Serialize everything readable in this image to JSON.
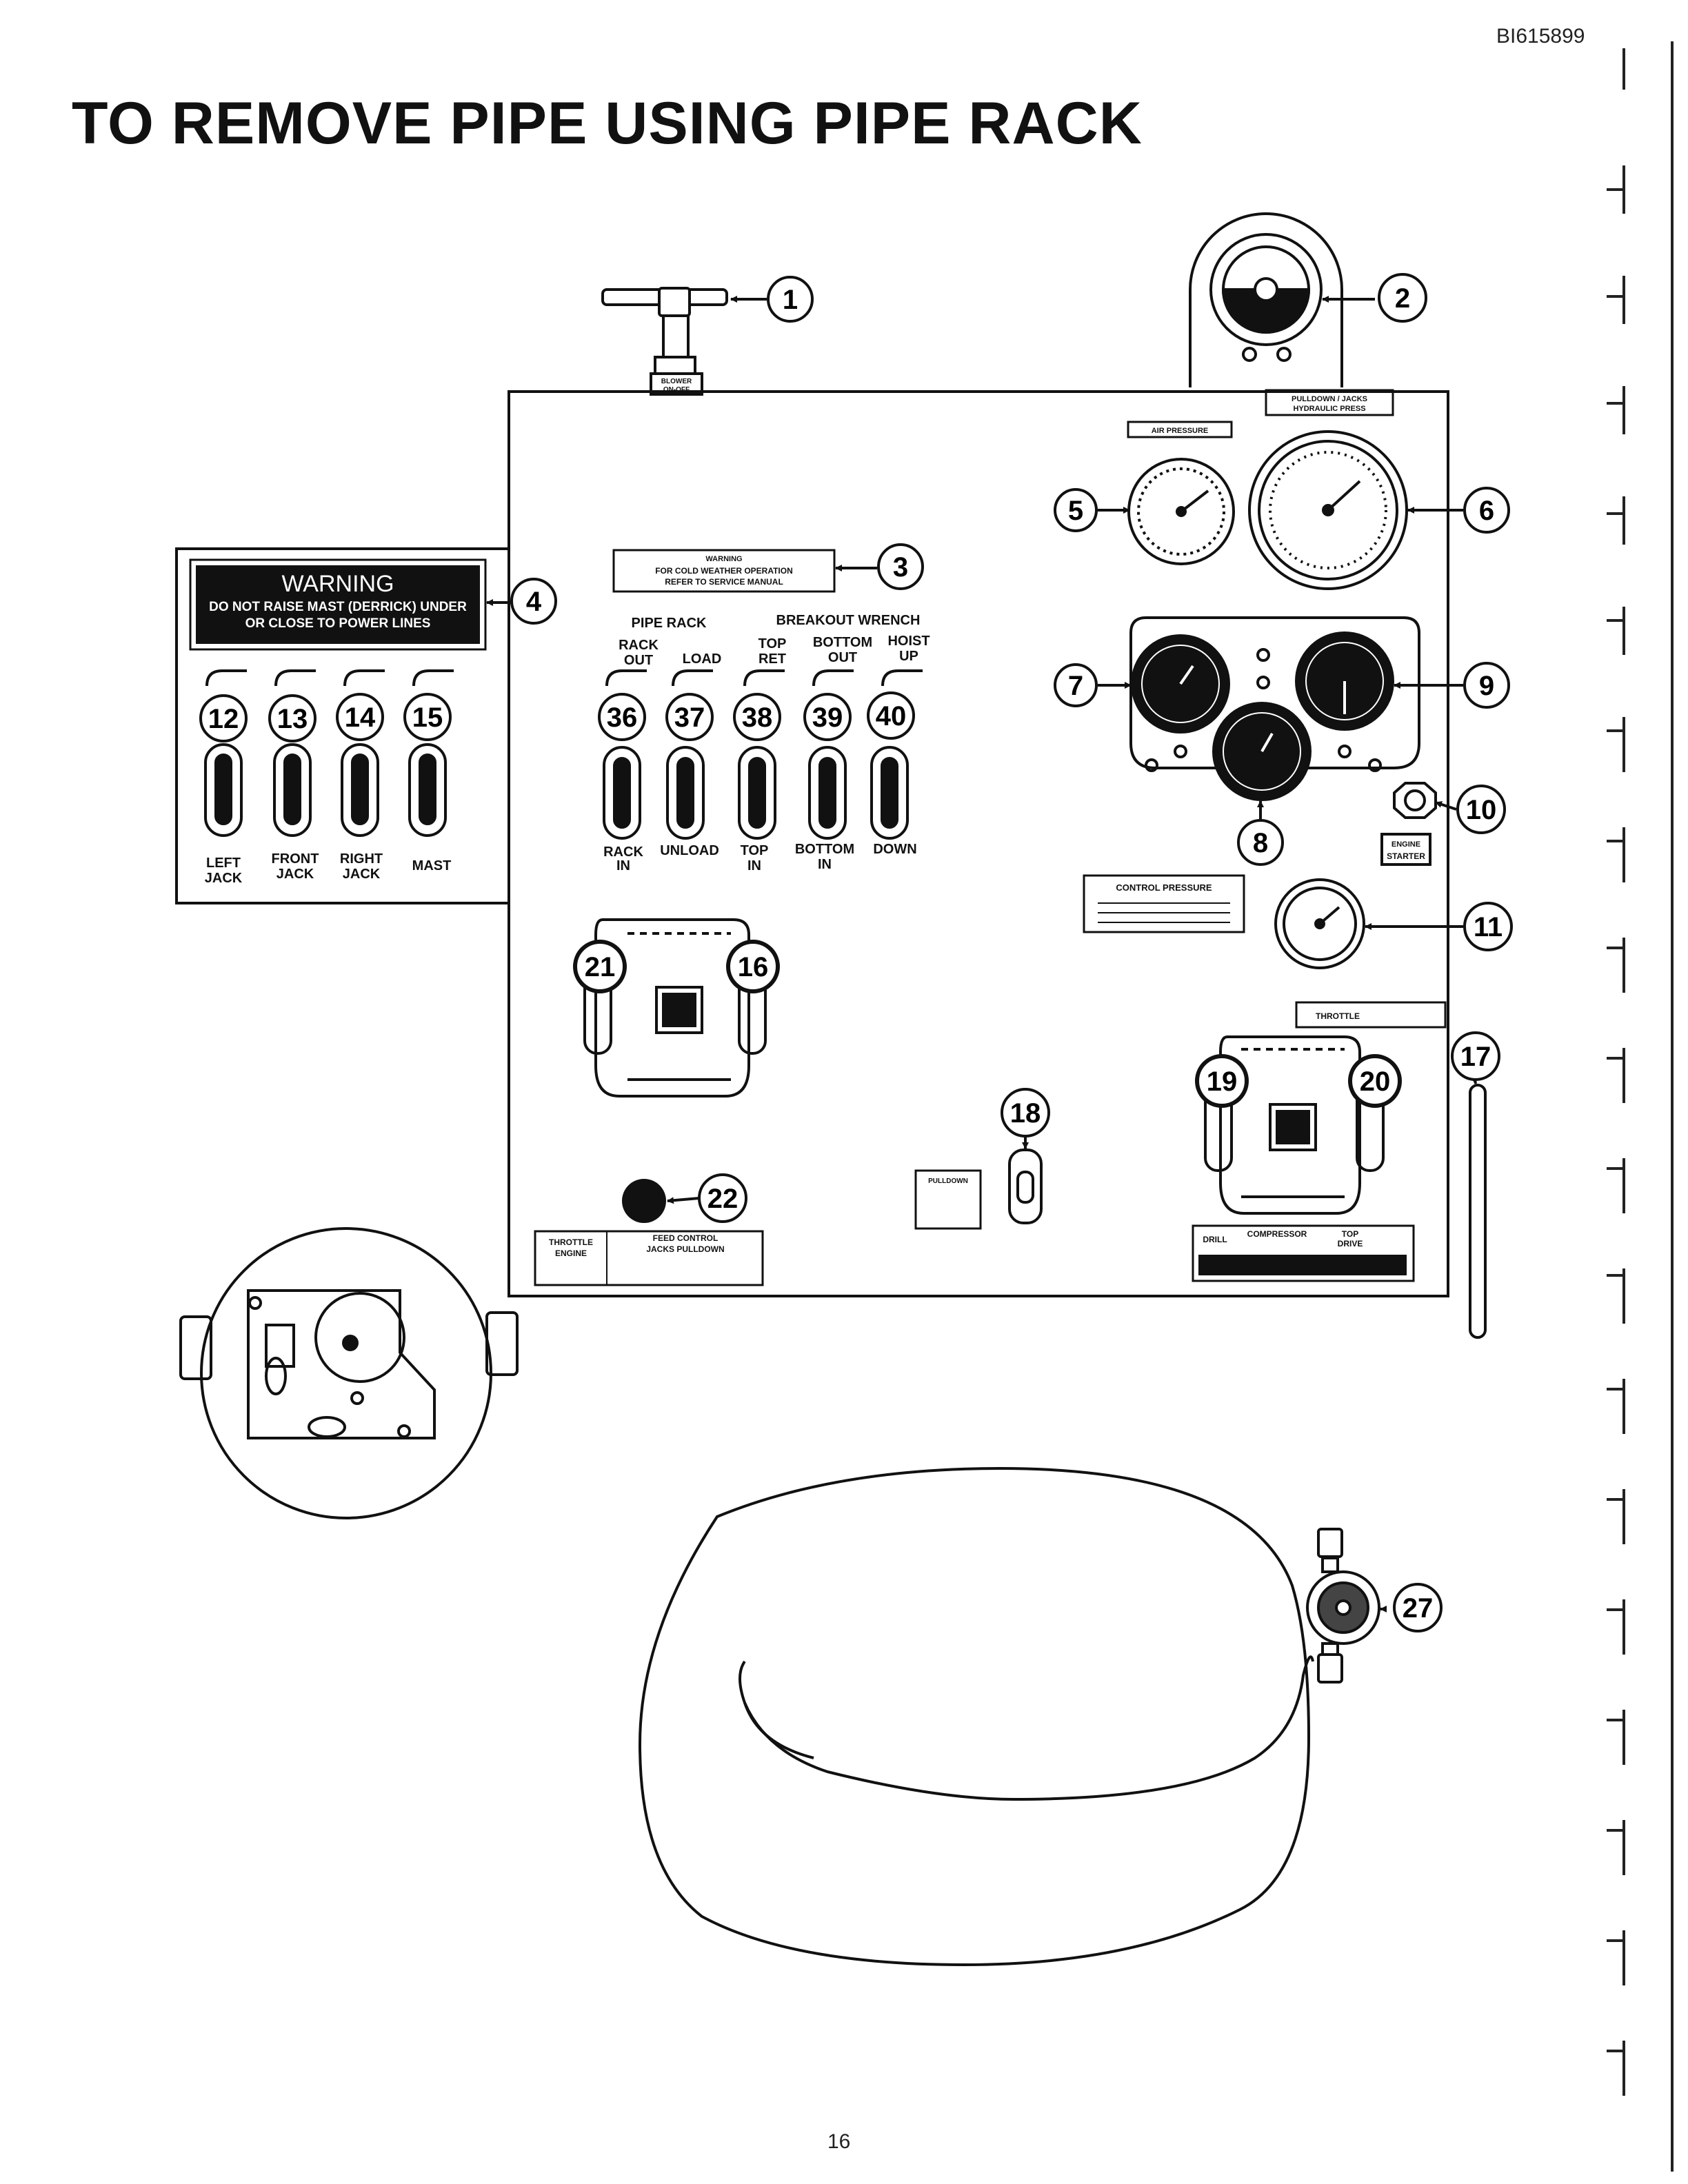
{
  "document": {
    "page_id": "BI615899",
    "title": "TO REMOVE PIPE USING PIPE RACK",
    "page_number": "16"
  },
  "callouts": [
    "1",
    "2",
    "3",
    "4",
    "5",
    "6",
    "7",
    "8",
    "9",
    "10",
    "11",
    "12",
    "13",
    "14",
    "15",
    "16",
    "17",
    "18",
    "19",
    "20",
    "21",
    "22",
    "27",
    "36",
    "37",
    "38",
    "39",
    "40"
  ],
  "blower_valve": {
    "label_line1": "BLOWER",
    "label_line2": "ON-OFF"
  },
  "gauges": {
    "pulldown_label_line1": "PULLDOWN / JACKS",
    "pulldown_label_line2": "HYDRAULIC PRESS",
    "air_pressure_label": "AIR PRESSURE",
    "engine_starter_line1": "ENGINE",
    "engine_starter_line2": "STARTER",
    "control_pressure_label": "CONTROL PRESSURE",
    "throttle_label": "THROTTLE"
  },
  "warning_plate": {
    "heading": "WARNING",
    "line1": "FOR COLD WEATHER OPERATION",
    "line2": "REFER TO SERVICE MANUAL"
  },
  "jack_panel": {
    "warning_title": "WARNING",
    "warning_line1": "DO NOT RAISE MAST (DERRICK) UNDER",
    "warning_line2": "OR CLOSE TO POWER LINES",
    "levers": [
      {
        "line1": "LEFT",
        "line2": "JACK"
      },
      {
        "line1": "FRONT",
        "line2": "JACK"
      },
      {
        "line1": "RIGHT",
        "line2": "JACK"
      },
      {
        "line1": "MAST",
        "line2": ""
      }
    ]
  },
  "pipe_controls": {
    "pipe_rack_heading": "PIPE RACK",
    "breakout_heading": "BREAKOUT WRENCH",
    "levers": [
      {
        "up1": "RACK",
        "up2": "OUT",
        "down1": "RACK",
        "down2": "IN"
      },
      {
        "up1": "",
        "up2": "LOAD",
        "down1": "UNLOAD",
        "down2": ""
      },
      {
        "up1": "TOP",
        "up2": "RET",
        "down1": "TOP",
        "down2": "IN"
      },
      {
        "up1": "BOTTOM",
        "up2": "OUT",
        "down1": "BOTTOM",
        "down2": "IN"
      },
      {
        "up1": "HOIST",
        "up2": "UP",
        "down1": "DOWN",
        "down2": ""
      }
    ]
  },
  "lower_panel": {
    "pulldown_plate": "PULLDOWN",
    "bottom_plate_col1_line1": "THROTTLE",
    "bottom_plate_col1_line2": "ENGINE",
    "bottom_plate_col2_line1": "FEED CONTROL",
    "bottom_plate_col2_line2": "JACKS PULLDOWN",
    "right_plate_drill": "DRILL",
    "right_plate_compressor": "COMPRESSOR",
    "right_plate_top_line1": "TOP",
    "right_plate_top_line2": "DRIVE"
  }
}
